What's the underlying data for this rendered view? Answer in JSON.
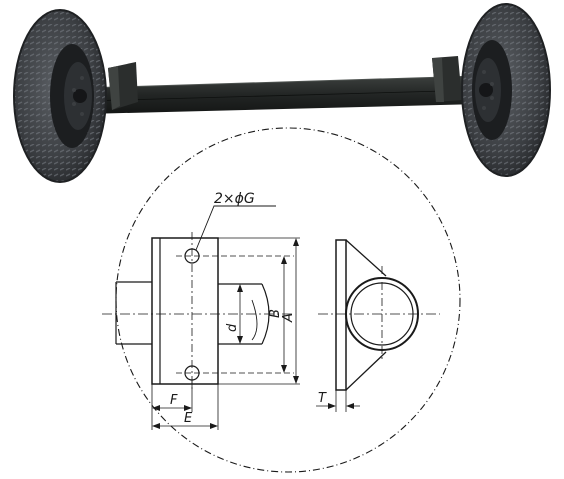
{
  "figure": {
    "product": "trailer axle with wheels",
    "background_color": "#ffffff",
    "tire_color": "#3c3f43",
    "axle_color": "#222524",
    "line_color": "#1a1a1a"
  },
  "drawing": {
    "hole_callout": "2×ϕG",
    "dims": {
      "A": "A",
      "B": "B",
      "d": "d",
      "E": "E",
      "F": "F",
      "T": "T"
    }
  }
}
